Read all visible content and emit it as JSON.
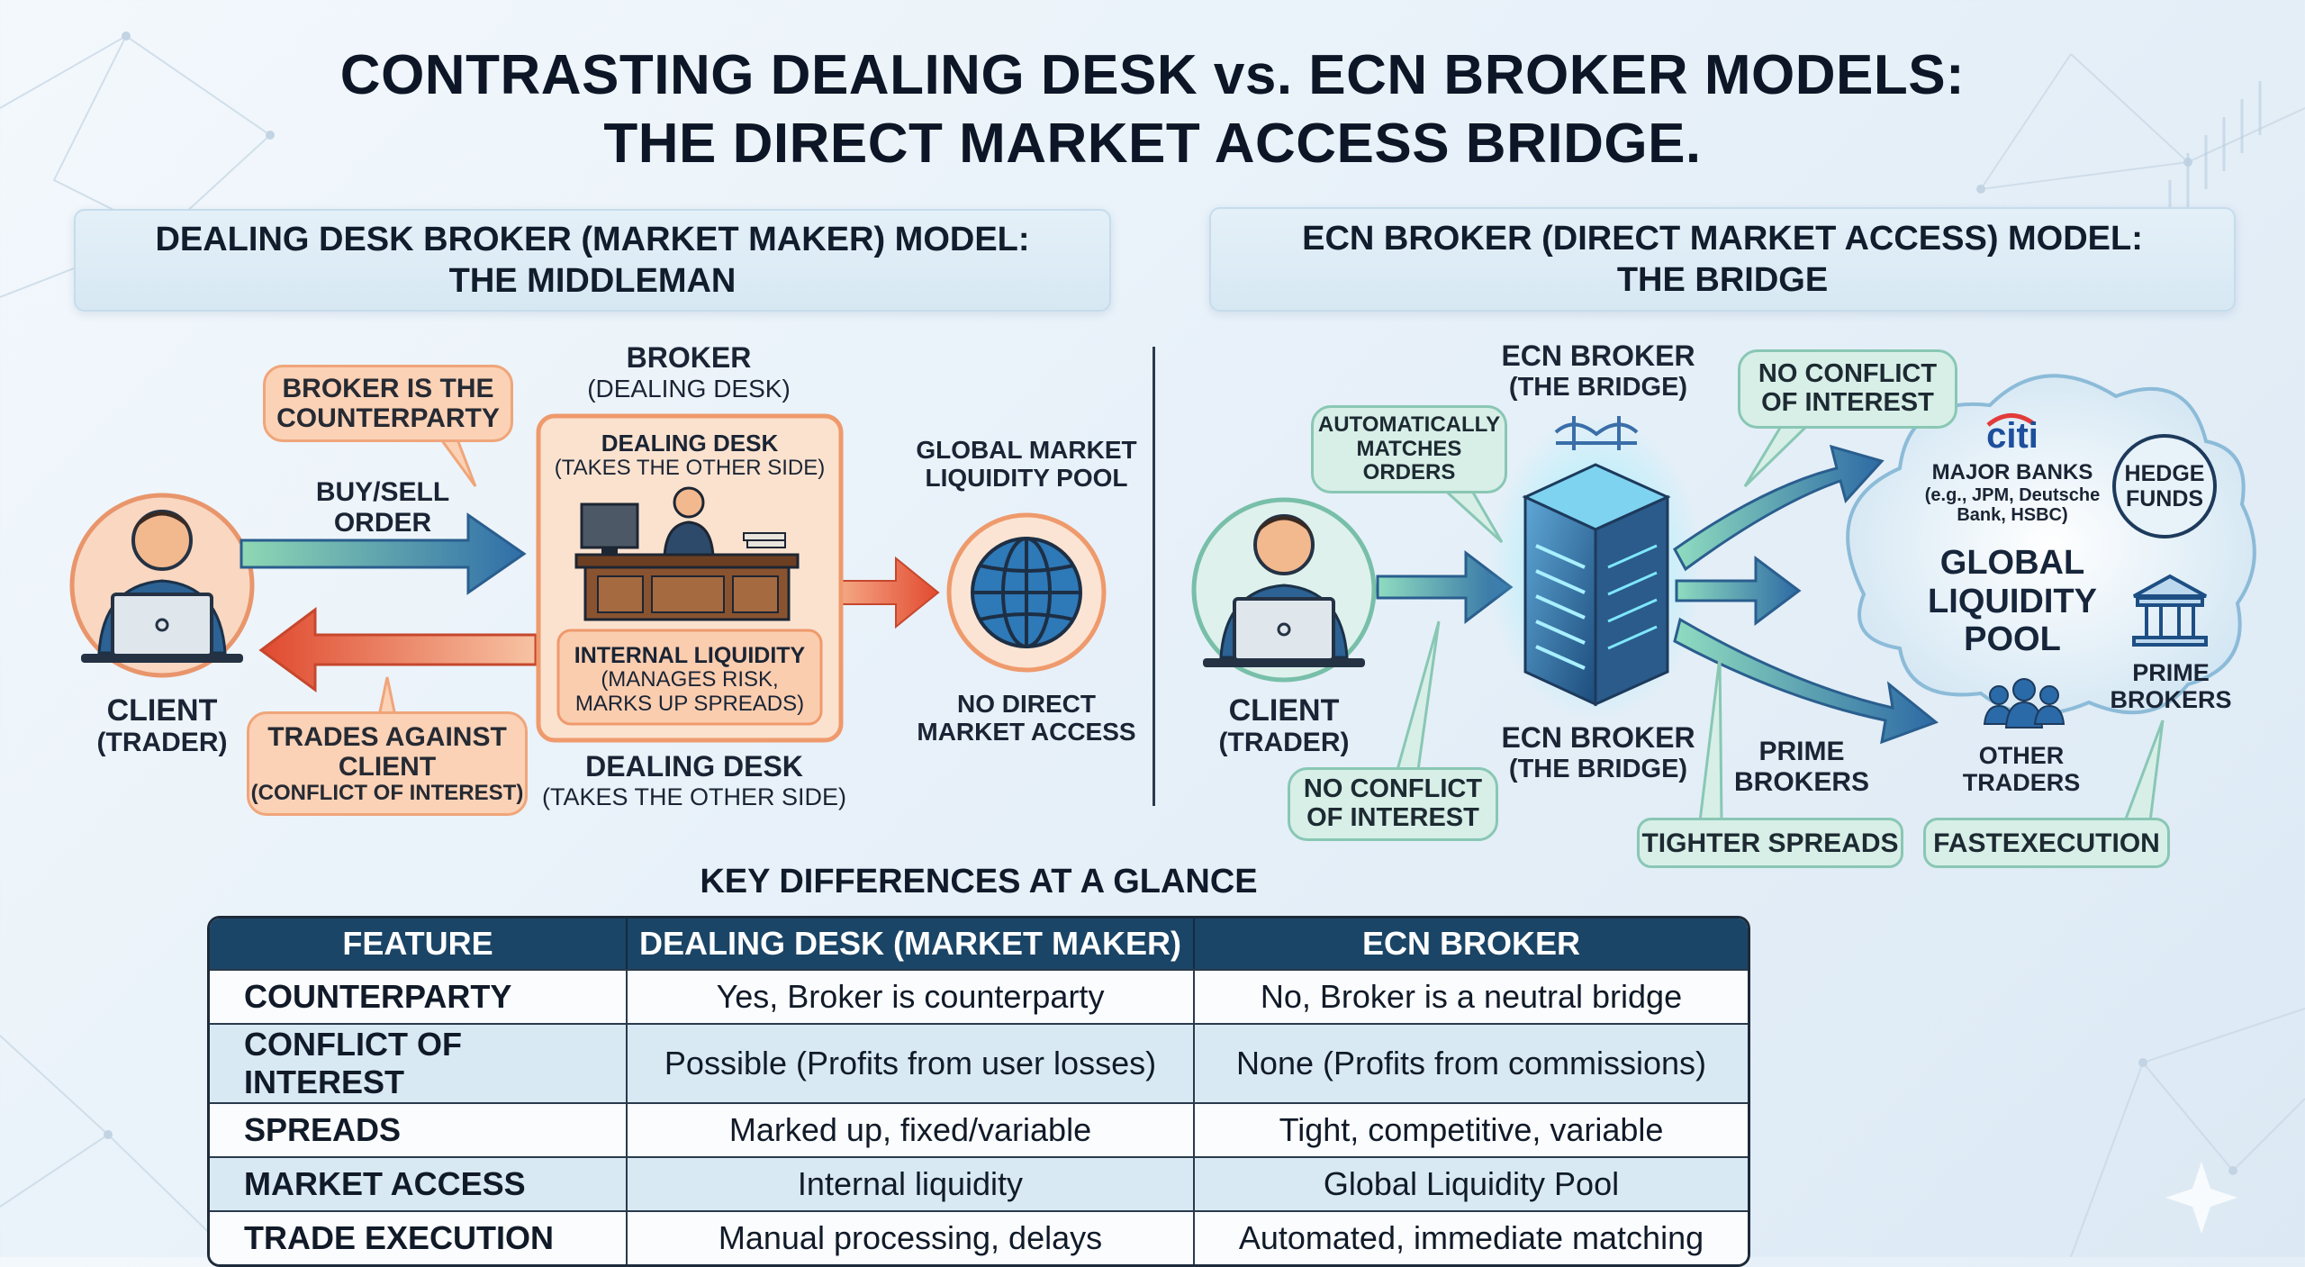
{
  "title": {
    "line1": "CONTRASTING DEALING DESK vs. ECN BROKER MODELS:",
    "line2": "THE DIRECT MARKET ACCESS BRIDGE."
  },
  "left_panel": {
    "heading_line1": "DEALING DESK BROKER (MARKET MAKER) MODEL:",
    "heading_line2": "THE MIDDLEMAN",
    "callout_counterparty": [
      "BROKER IS THE",
      "COUNTERPARTY"
    ],
    "buy_sell_label": [
      "BUY/SELL",
      "ORDER"
    ],
    "client_label": "CLIENT",
    "client_sub": "(TRADER)",
    "trades_against": [
      "TRADES AGAINST",
      "CLIENT"
    ],
    "trades_against_sub": "(CONFLICT OF INTEREST)",
    "broker_label": "BROKER",
    "broker_sub": "(DEALING DESK)",
    "desk_title": "DEALING DESK",
    "desk_sub": "(TAKES THE OTHER SIDE)",
    "internal_liq_title": "INTERNAL LIQUIDITY",
    "internal_liq_sub": [
      "(MANAGES RISK,",
      "MARKS UP SPREADS)"
    ],
    "below_desk_title": "DEALING DESK",
    "below_desk_sub": "(TAKES THE OTHER SIDE)",
    "global_pool": [
      "GLOBAL MARKET",
      "LIQUIDITY POOL"
    ],
    "no_direct": [
      "NO DIRECT",
      "MARKET ACCESS"
    ]
  },
  "right_panel": {
    "heading_line1": "ECN BROKER (DIRECT MARKET ACCESS) MODEL:",
    "heading_line2": "THE BRIDGE",
    "ecn_top_title": "ECN BROKER",
    "ecn_top_sub": "(THE BRIDGE)",
    "auto_match": [
      "AUTOMATICALLY",
      "MATCHES",
      "ORDERS"
    ],
    "no_conflict_top": [
      "NO CONFLICT",
      "OF INTEREST"
    ],
    "client_label": "CLIENT",
    "client_sub": "(TRADER)",
    "no_conflict_bottom": [
      "NO CONFLICT",
      "OF INTEREST"
    ],
    "ecn_bottom_title": "ECN BROKER",
    "ecn_bottom_sub": "(THE BRIDGE)",
    "prime_brokers_mid": [
      "PRIME",
      "BROKERS"
    ],
    "tighter_spreads": "TIGHTER SPREADS",
    "fast_execution": "FASTEXECUTION",
    "citi_logo": "citi",
    "major_banks": "MAJOR BANKS",
    "major_banks_sub": [
      "(e.g., JPM, Deutsche",
      "Bank, HSBC)"
    ],
    "hedge_funds": [
      "HEDGE",
      "FUNDS"
    ],
    "global_pool": [
      "GLOBAL",
      "LIQUIDITY",
      "POOL"
    ],
    "prime_brokers_right": [
      "PRIME",
      "BROKERS"
    ],
    "other_traders": [
      "OTHER",
      "TRADERS"
    ]
  },
  "table": {
    "heading": "KEY DIFFERENCES AT A GLANCE",
    "columns": [
      "FEATURE",
      "DEALING DESK (MARKET MAKER)",
      "ECN BROKER"
    ],
    "rows": [
      [
        "COUNTERPARTY",
        "Yes, Broker is counterparty",
        "No, Broker is a neutral bridge"
      ],
      [
        "CONFLICT OF INTEREST",
        "Possible (Profits from user losses)",
        "None (Profits from commissions)"
      ],
      [
        "SPREADS",
        "Marked up, fixed/variable",
        "Tight, competitive, variable"
      ],
      [
        "MARKET ACCESS",
        "Internal liquidity",
        "Global Liquidity Pool"
      ],
      [
        "TRADE EXECUTION",
        "Manual processing, delays",
        "Automated, immediate matching"
      ]
    ]
  },
  "colors": {
    "orange_fill": "#fbd2b6",
    "orange_border": "#f0a57a",
    "mint_fill": "#d7efe7",
    "mint_border": "#89c7b4",
    "navy_header": "#1b4566",
    "arrow_blue": "#3a7fb0",
    "arrow_red": "#e65436"
  }
}
